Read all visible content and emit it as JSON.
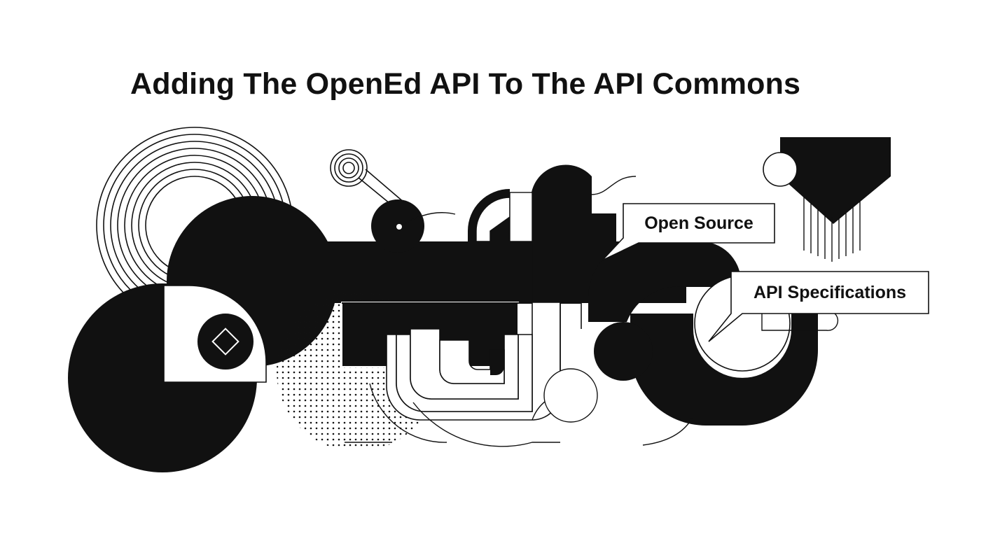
{
  "title": "Adding The OpenEd API To The API Commons",
  "callouts": {
    "open_source": "Open Source",
    "api_specifications": "API Specifications"
  },
  "colors": {
    "ink": "#111111",
    "paper": "#ffffff"
  }
}
